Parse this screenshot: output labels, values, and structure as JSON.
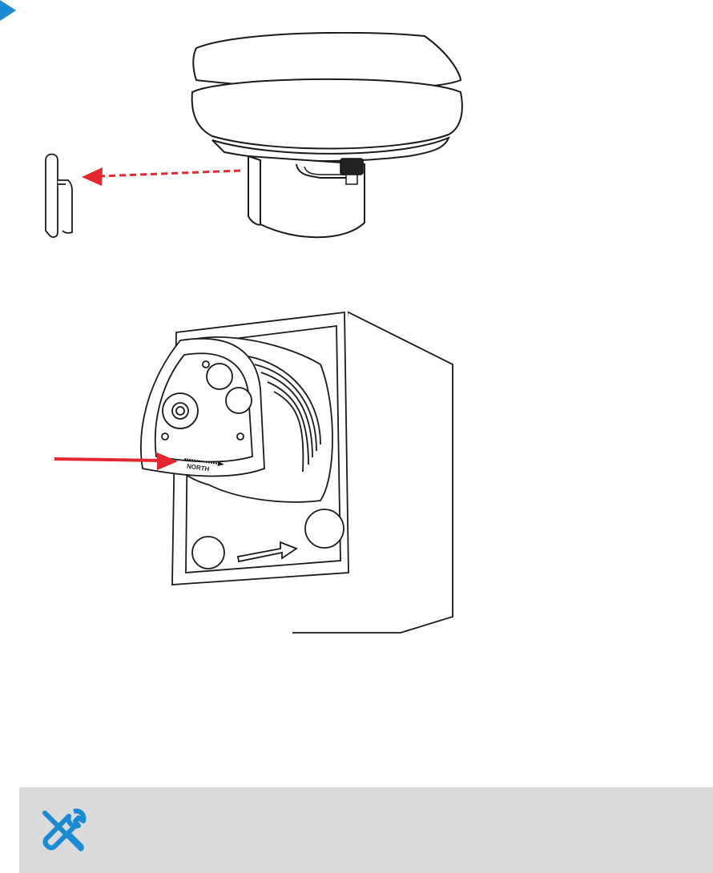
{
  "figures": {
    "top": {
      "label": "sensor-removal"
    },
    "bottom": {
      "label": "mounting-box",
      "marking_text": "NORTH"
    }
  },
  "icons": {
    "step": "triangle-right-icon",
    "tools": "wrench-screwdriver-icon"
  },
  "colors": {
    "accent": "#1a8ad4",
    "arrow_red": "#e3262f",
    "callout_bg": "#dadada"
  }
}
